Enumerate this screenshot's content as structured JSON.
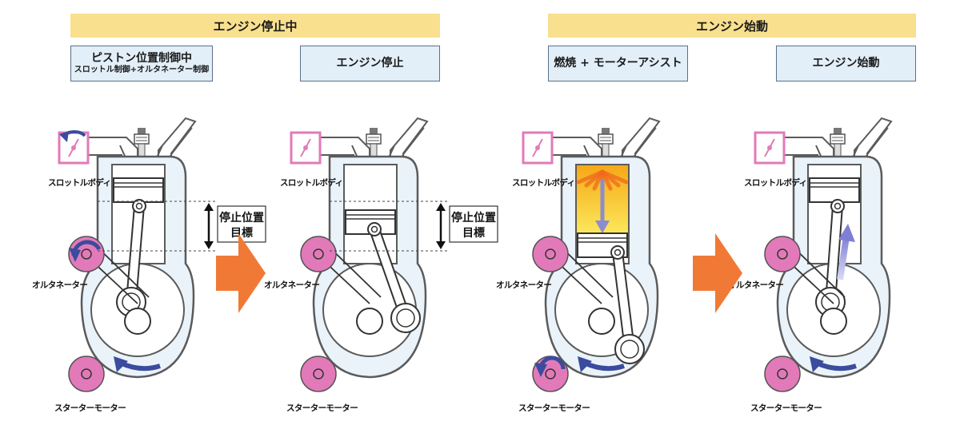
{
  "phases": {
    "engine_stopping": "エンジン停止中",
    "engine_starting": "エンジン始動"
  },
  "stages": [
    {
      "title": "ピストン位置制御中",
      "subtitle": "スロットル制御+オルタネーター制御"
    },
    {
      "title": "エンジン停止",
      "subtitle": ""
    },
    {
      "title": "燃焼 + モーターアシスト",
      "subtitle": ""
    },
    {
      "title": "エンジン始動",
      "subtitle": ""
    }
  ],
  "labels": {
    "throttle_body": "スロットルボディ",
    "alternator": "オルタネーター",
    "starter_motor": "スターターモーター",
    "target_line1": "停止位置",
    "target_line2": "目標"
  },
  "colors": {
    "banner": "#f9e08f",
    "stage_box": "#e2eef8",
    "pulley": "#e27ab9",
    "arrow_orange": "#f07a35",
    "rotation_arrow": "#3b4b9e",
    "combustion": "#f7c21c",
    "engine_line": "#5b5b5b"
  }
}
